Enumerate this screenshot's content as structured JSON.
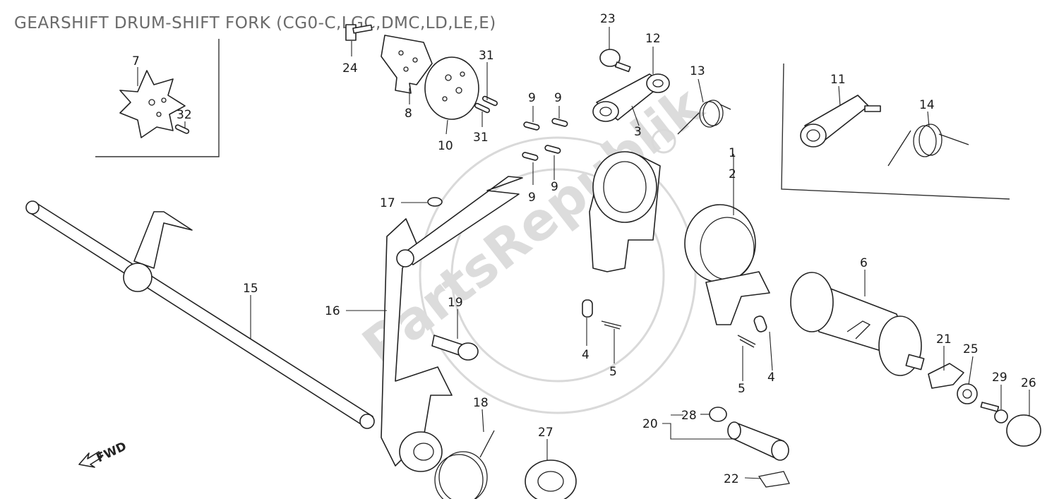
{
  "title": "GEARSHIFT DRUM-SHIFT FORK (CG0-C,LGC,DMC,LD,LE,E)",
  "direction_label": "FWD",
  "watermark": "PartsRepublik",
  "callouts": [
    {
      "id": "c1",
      "text": "1"
    },
    {
      "id": "c2",
      "text": "2"
    },
    {
      "id": "c3",
      "text": "3"
    },
    {
      "id": "c4a",
      "text": "4"
    },
    {
      "id": "c4b",
      "text": "4"
    },
    {
      "id": "c5a",
      "text": "5"
    },
    {
      "id": "c5b",
      "text": "5"
    },
    {
      "id": "c6",
      "text": "6"
    },
    {
      "id": "c7",
      "text": "7"
    },
    {
      "id": "c8",
      "text": "8"
    },
    {
      "id": "c9a",
      "text": "9"
    },
    {
      "id": "c9b",
      "text": "9"
    },
    {
      "id": "c9c",
      "text": "9"
    },
    {
      "id": "c9d",
      "text": "9"
    },
    {
      "id": "c10",
      "text": "10"
    },
    {
      "id": "c11",
      "text": "11"
    },
    {
      "id": "c12",
      "text": "12"
    },
    {
      "id": "c13",
      "text": "13"
    },
    {
      "id": "c14",
      "text": "14"
    },
    {
      "id": "c15",
      "text": "15"
    },
    {
      "id": "c16",
      "text": "16"
    },
    {
      "id": "c17",
      "text": "17"
    },
    {
      "id": "c18",
      "text": "18"
    },
    {
      "id": "c19",
      "text": "19"
    },
    {
      "id": "c20",
      "text": "20"
    },
    {
      "id": "c21",
      "text": "21"
    },
    {
      "id": "c22",
      "text": "22"
    },
    {
      "id": "c23",
      "text": "23"
    },
    {
      "id": "c24",
      "text": "24"
    },
    {
      "id": "c25",
      "text": "25"
    },
    {
      "id": "c26",
      "text": "26"
    },
    {
      "id": "c27",
      "text": "27"
    },
    {
      "id": "c28",
      "text": "28"
    },
    {
      "id": "c29",
      "text": "29"
    },
    {
      "id": "c31a",
      "text": "31"
    },
    {
      "id": "c31b",
      "text": "31"
    },
    {
      "id": "c32",
      "text": "32"
    }
  ]
}
